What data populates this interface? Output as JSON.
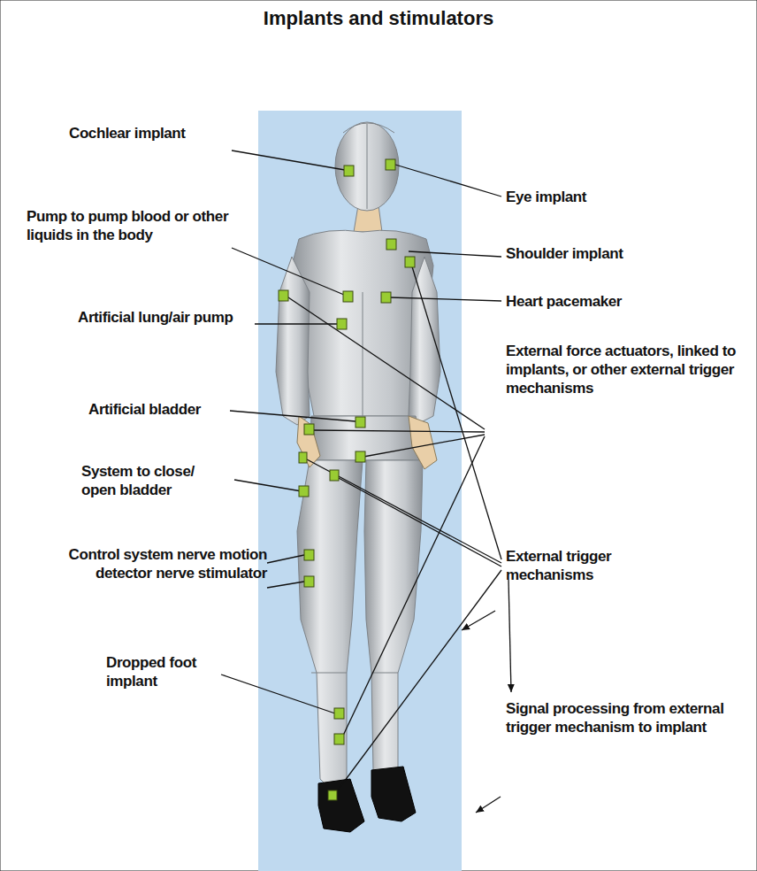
{
  "diagram": {
    "title": "Implants and stimulators",
    "labels": [
      "Cochlear implant",
      "Eye implant",
      "Pump to pump blood or other liquids in the body",
      "Shoulder implant",
      "Heart pacemaker",
      "Artificial lung/air pump",
      "External force actuators, linked to implants, or other external trigger mechanisms",
      "Artificial bladder",
      "System to close/ open bladder",
      "Control system nerve motion detector nerve stimulator",
      "External trigger mechanisms",
      "Dropped foot implant",
      "Signal processing from external trigger mechanism to implant"
    ]
  }
}
